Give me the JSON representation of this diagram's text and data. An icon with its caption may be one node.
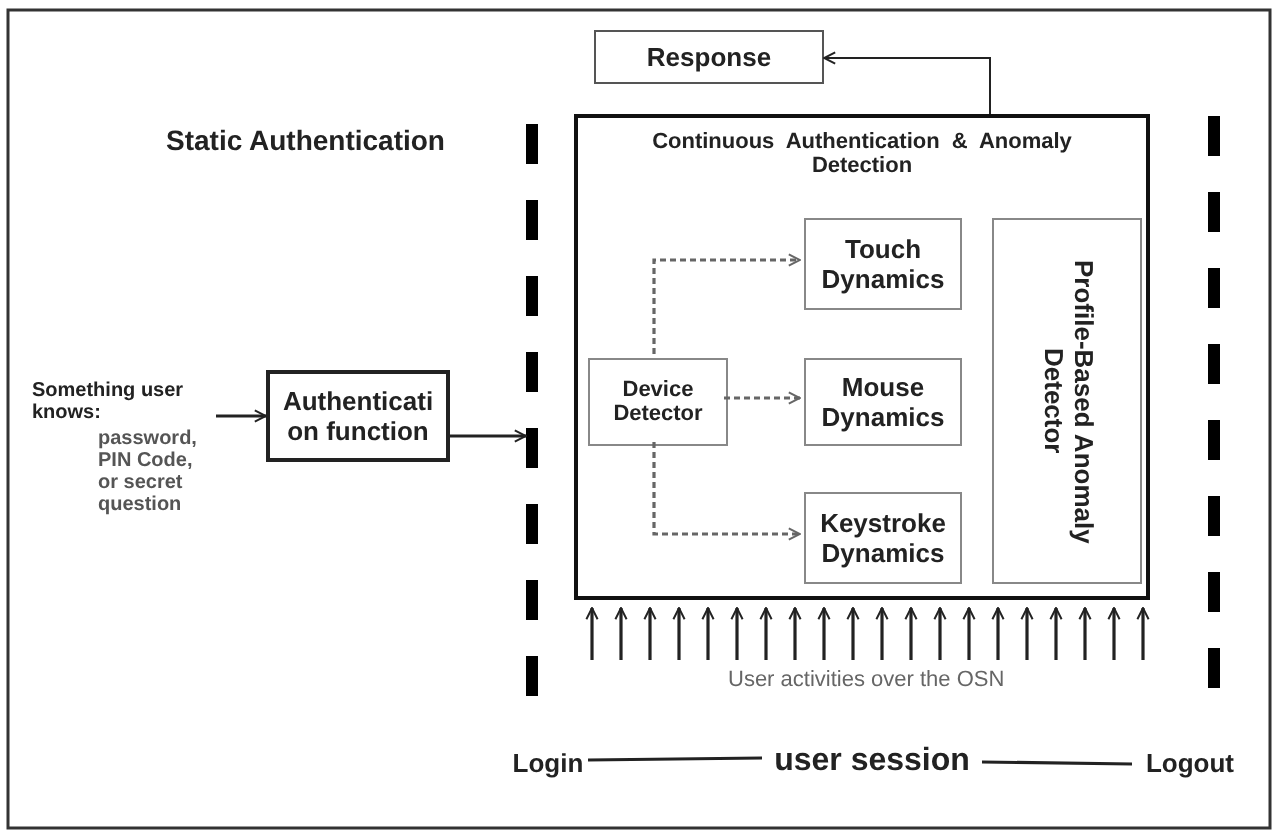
{
  "diagram": {
    "nodes": [
      {
        "text": [
          "Response"
        ]
      },
      {
        "text": [
          "Continuous Authentication & Anomaly Detection"
        ]
      },
      {
        "text": [
          "Device Detector"
        ],
        "in": 1
      },
      {
        "text": [
          "Touch Dynamics"
        ],
        "in": 1
      },
      {
        "text": [
          "Mouse Dynamics"
        ],
        "in": 1
      },
      {
        "text": [
          "Keystroke Dynamics"
        ],
        "in": 1
      },
      {
        "text": [
          "Profile-Based Anomaly Detector"
        ],
        "in": 1
      },
      {
        "text": [
          "Authenticati on function"
        ]
      },
      {
        "text": [
          "Something user knows:",
          "password, PIN Code, or secret question"
        ]
      },
      {
        "text": [],
        "shape": "bar"
      },
      {
        "text": [],
        "shape": "bar"
      },
      {
        "text": [
          "Login"
        ]
      },
      {
        "text": [
          "user session"
        ]
      },
      {
        "text": [
          "Logout"
        ]
      }
    ],
    "edges": [
      {
        "from": 1,
        "to": 0,
        "arrow": "to"
      },
      {
        "from": 2,
        "to": 3,
        "arrow": "to",
        "style": "dashed"
      },
      {
        "from": 2,
        "to": 4,
        "arrow": "to",
        "style": "dashed"
      },
      {
        "from": 2,
        "to": 5,
        "arrow": "to",
        "style": "dashed"
      },
      {
        "from": 8,
        "to": 7,
        "arrow": "to"
      },
      {
        "from": 7,
        "to": 9,
        "arrow": "to"
      },
      {
        "from": 11,
        "to": 12,
        "arrow": "none"
      },
      {
        "from": 12,
        "to": 13,
        "arrow": "none"
      }
    ],
    "labels": [
      "Static Authentication",
      "User activities over the OSN"
    ]
  }
}
